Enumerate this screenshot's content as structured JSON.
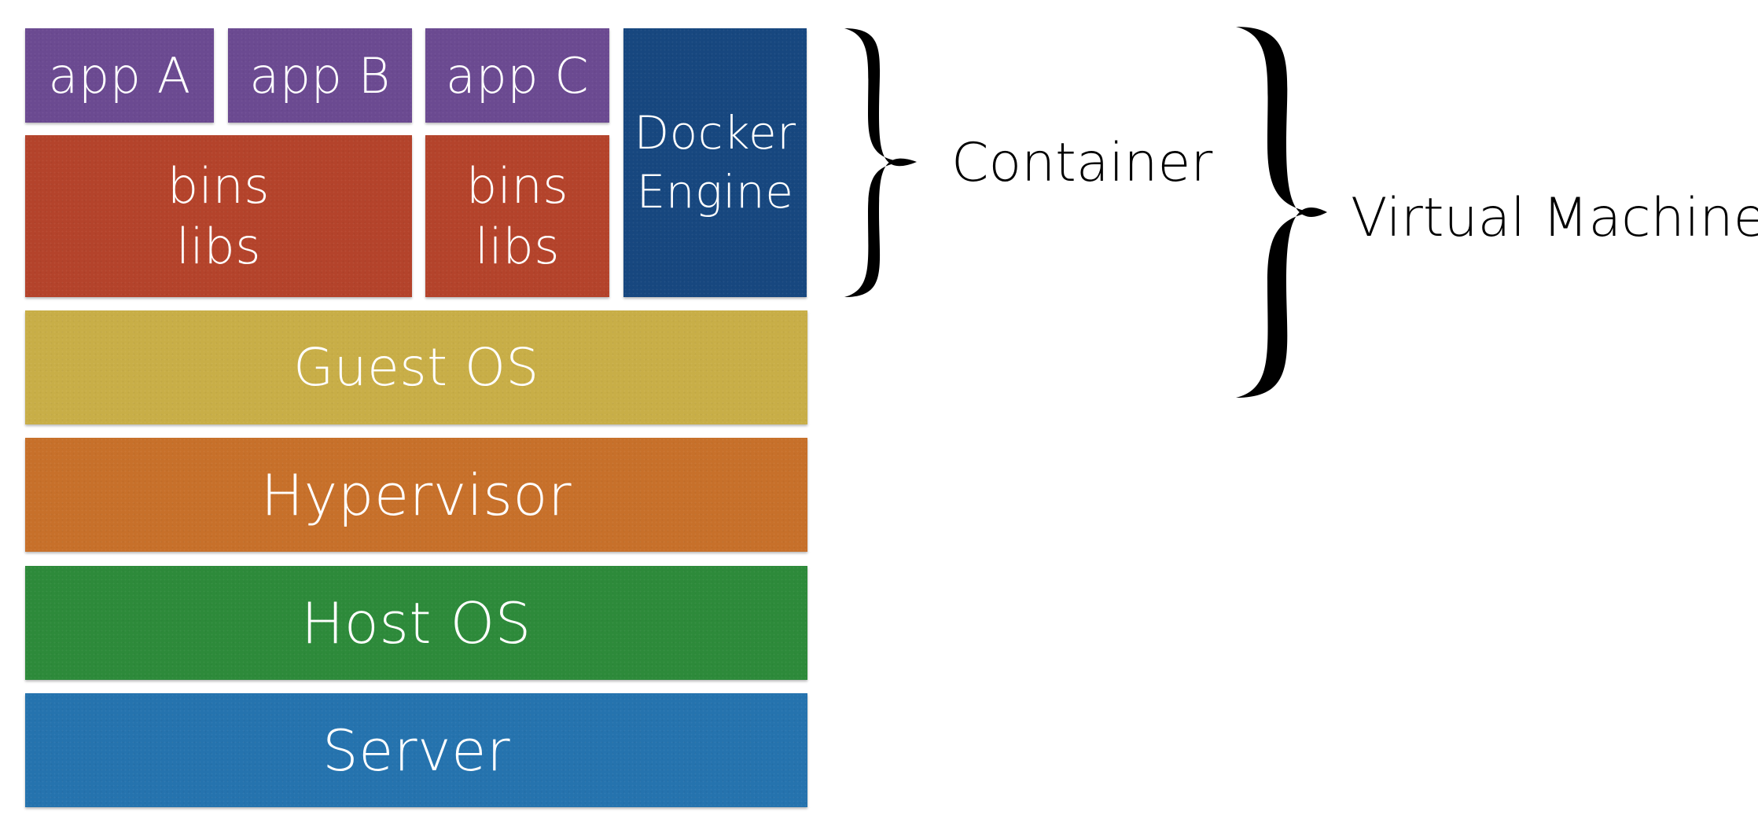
{
  "colors": {
    "app": "#6b4a91",
    "bins_libs": "#b4432b",
    "docker_engine": "#17477f",
    "guest_os": "#c8ae47",
    "hypervisor": "#c7702a",
    "host_os": "#2d8a3a",
    "server": "#2573ae",
    "text_light": "#ffffff",
    "text_dark": "#000000"
  },
  "apps": [
    {
      "label": "app A"
    },
    {
      "label": "app B"
    },
    {
      "label": "app C"
    }
  ],
  "bins_libs": [
    {
      "line1": "bins",
      "line2": "libs"
    },
    {
      "line1": "bins",
      "line2": "libs"
    }
  ],
  "docker_engine": {
    "line1": "Docker",
    "line2": "Engine"
  },
  "layers": {
    "guest_os": "Guest OS",
    "hypervisor": "Hypervisor",
    "host_os": "Host OS",
    "server": "Server"
  },
  "brackets": {
    "container": "Container",
    "virtual_machine": "Virtual Machine"
  }
}
